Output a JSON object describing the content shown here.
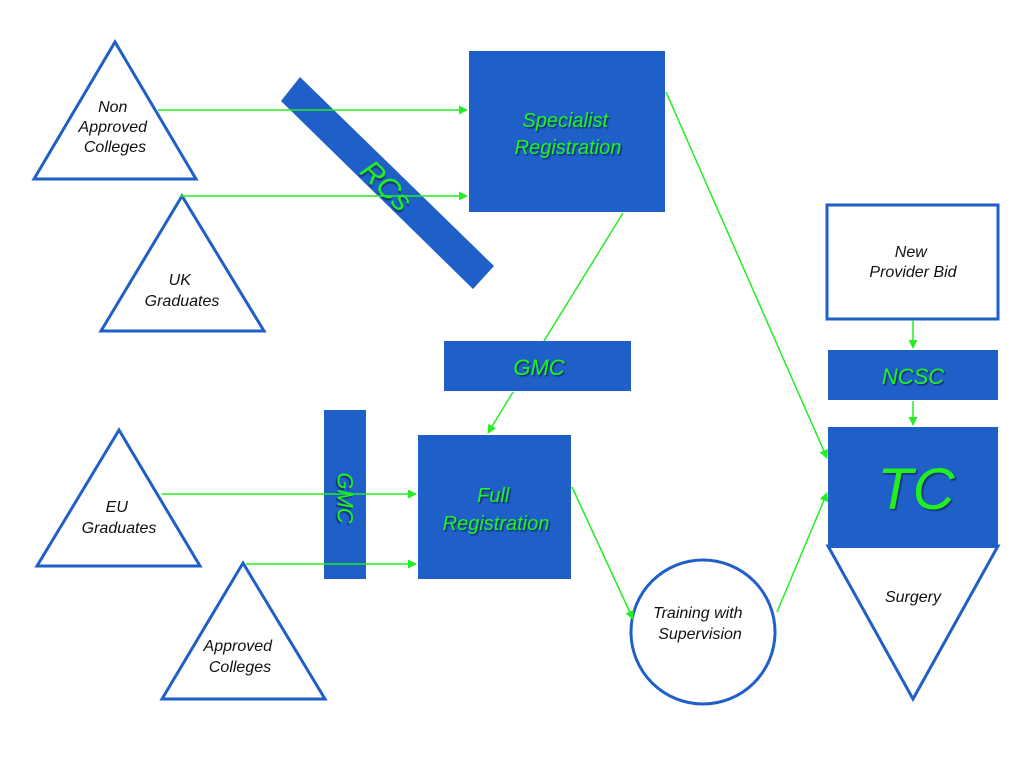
{
  "colors": {
    "box_fill": "#1f5fc8",
    "outline": "#1f5fc8",
    "arrow": "#22ee22",
    "label_green": "#22ee22",
    "label_dark": "#111111"
  },
  "nodes": {
    "non_approved_colleges": {
      "line1": "Non",
      "line2": "Approved",
      "line3": "Colleges"
    },
    "uk_graduates": {
      "line1": "UK",
      "line2": "Graduates"
    },
    "eu_graduates": {
      "line1": "EU",
      "line2": "Graduates"
    },
    "approved_colleges": {
      "line1": "Approved",
      "line2": "Colleges"
    },
    "rcs": {
      "label": "RCs"
    },
    "specialist_registration": {
      "line1": "Specialist",
      "line2": "Registration"
    },
    "gmc_horizontal": {
      "label": "GMC"
    },
    "gmc_vertical": {
      "label": "GMC"
    },
    "full_registration": {
      "line1": "Full",
      "line2": "Registration"
    },
    "training_with_supervision": {
      "line1": "Training with",
      "line2": "Supervision"
    },
    "new_provider_bid": {
      "line1": "New",
      "line2": "Provider Bid"
    },
    "ncsc": {
      "label": "NCSC"
    },
    "tc": {
      "label": "TC"
    },
    "surgery": {
      "label": "Surgery"
    }
  }
}
